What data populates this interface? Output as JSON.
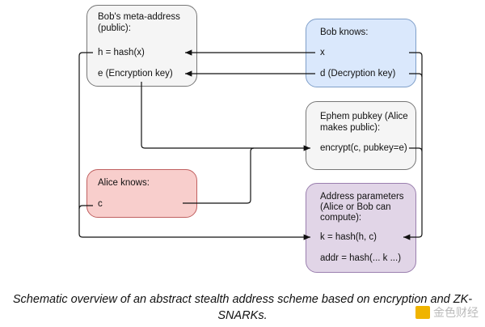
{
  "boxes": {
    "meta": {
      "title": "Bob's meta-address\n(public):",
      "title1": "Bob's meta-address",
      "title2": "(public):",
      "line1": "h = hash(x)",
      "line2": "e (Encryption key)",
      "color": "#f5f5f5"
    },
    "bob": {
      "title": "Bob knows:",
      "line1": "x",
      "line2": "d (Decryption key)",
      "color": "#dae8fc"
    },
    "ephem": {
      "title1": "Ephem pubkey (Alice",
      "title2": "makes public):",
      "line1": "encrypt(c, pubkey=e)",
      "color": "#f5f5f5"
    },
    "alice": {
      "title": "Alice knows:",
      "line1": "c",
      "color": "#f8cecc"
    },
    "addr": {
      "title1": "Address parameters",
      "title2": "(Alice or Bob can",
      "title3": "compute):",
      "line1": "k = hash(h, c)",
      "line2": "addr = hash(... k ...)",
      "color": "#e1d5e7"
    }
  },
  "caption": {
    "line1": "Schematic overview of an abstract stealth address scheme based on encryption and ZK-",
    "line2": "SNARKs."
  },
  "watermark": "金色财经"
}
